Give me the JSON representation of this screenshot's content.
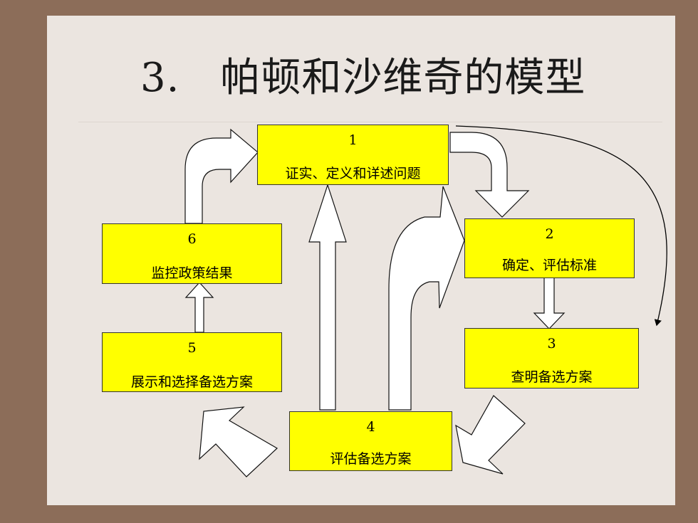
{
  "slide": {
    "title": "3.　帕顿和沙维奇的模型",
    "background_color": "#8c6d59",
    "panel_color": "#ebe5e0",
    "box_color": "#ffff00"
  },
  "steps": [
    {
      "num": "1",
      "label": "证实、定义和详述问题"
    },
    {
      "num": "2",
      "label": "确定、评估标准"
    },
    {
      "num": "3",
      "label": "查明备选方案"
    },
    {
      "num": "4",
      "label": "评估备选方案"
    },
    {
      "num": "5",
      "label": "展示和选择备选方案"
    },
    {
      "num": "6",
      "label": "监控政策结果"
    }
  ]
}
